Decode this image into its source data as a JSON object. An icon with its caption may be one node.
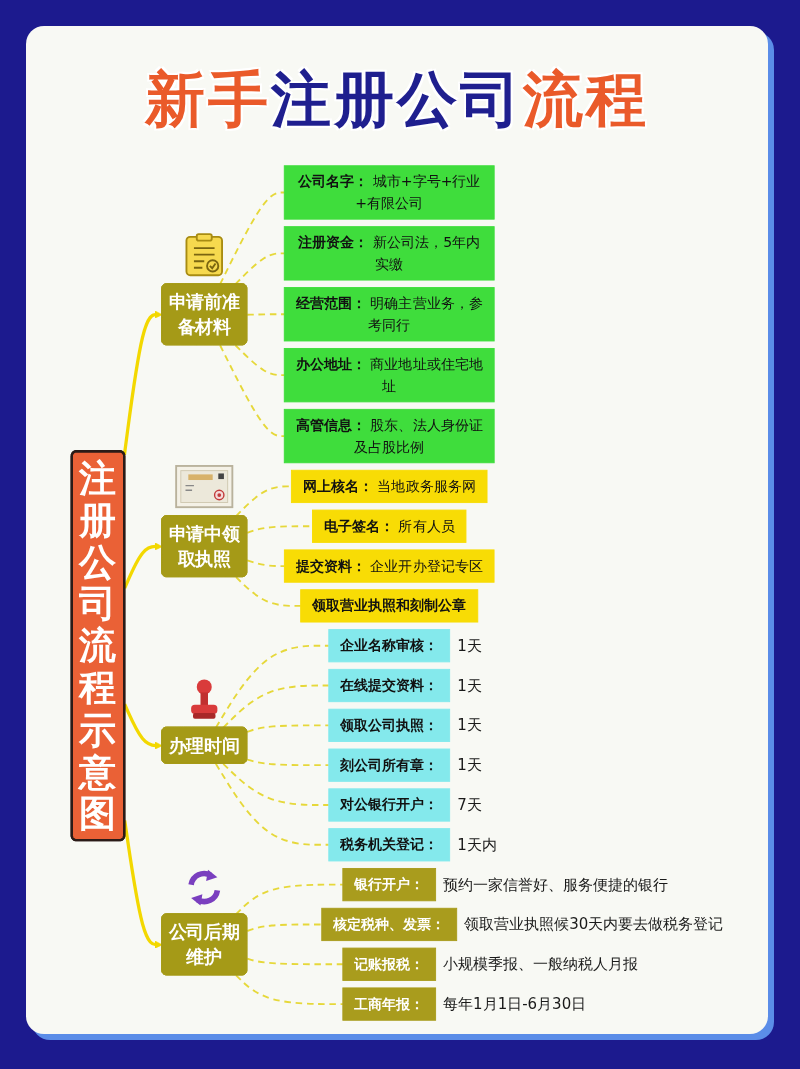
{
  "diagram": {
    "title": "新手注册公司流程",
    "nodes": [
      {
        "text": [
          "注册公司流程示意图"
        ]
      },
      {
        "text": [
          "申请前准备材料"
        ]
      },
      {
        "text": [
          "公司名字：",
          "城市+字号+行业+有限公司"
        ]
      },
      {
        "text": [
          "注册资金：",
          "新公司法，5年内实缴"
        ]
      },
      {
        "text": [
          "经营范围：",
          "明确主营业务，参考同行"
        ]
      },
      {
        "text": [
          "办公地址：",
          "商业地址或住宅地址"
        ]
      },
      {
        "text": [
          "高管信息：",
          "股东、法人身份证及占股比例"
        ]
      },
      {
        "text": [
          "申请中领取执照"
        ]
      },
      {
        "text": [
          "网上核名：",
          "当地政务服务网"
        ]
      },
      {
        "text": [
          "电子签名：",
          "所有人员"
        ]
      },
      {
        "text": [
          "提交资料：",
          "企业开办登记专区"
        ]
      },
      {
        "text": [
          "领取营业执照和刻制公章"
        ]
      },
      {
        "text": [
          "办理时间"
        ]
      },
      {
        "text": [
          "企业名称审核："
        ],
        "beside": [
          "1天"
        ]
      },
      {
        "text": [
          "在线提交资料："
        ],
        "beside": [
          "1天"
        ]
      },
      {
        "text": [
          "领取公司执照："
        ],
        "beside": [
          "1天"
        ]
      },
      {
        "text": [
          "刻公司所有章："
        ],
        "beside": [
          "1天"
        ]
      },
      {
        "text": [
          "对公银行开户："
        ],
        "beside": [
          "7天"
        ]
      },
      {
        "text": [
          "税务机关登记："
        ],
        "beside": [
          "1天内"
        ]
      },
      {
        "text": [
          "公司后期维护"
        ]
      },
      {
        "text": [
          "银行开户："
        ],
        "beside": [
          "预约一家信誉好、服务便捷的银行"
        ]
      },
      {
        "text": [
          "核定税种、发票："
        ],
        "beside": [
          "领取营业执照候30天内要去做税务登记"
        ]
      },
      {
        "text": [
          "记账报税："
        ],
        "beside": [
          "小规模季报、一般纳税人月报"
        ]
      },
      {
        "text": [
          "工商年报："
        ],
        "beside": [
          "每年1月1日-6月30日"
        ]
      }
    ],
    "edges": [
      {
        "from": 0,
        "to": 1,
        "arrow": "to"
      },
      {
        "from": 0,
        "to": 7,
        "arrow": "to"
      },
      {
        "from": 0,
        "to": 12,
        "arrow": "to"
      },
      {
        "from": 0,
        "to": 19,
        "arrow": "to"
      },
      {
        "from": 1,
        "to": 2,
        "arrow": "none",
        "style": "dashed"
      },
      {
        "from": 1,
        "to": 3,
        "arrow": "none",
        "style": "dashed"
      },
      {
        "from": 1,
        "to": 4,
        "arrow": "none",
        "style": "dashed"
      },
      {
        "from": 1,
        "to": 5,
        "arrow": "none",
        "style": "dashed"
      },
      {
        "from": 1,
        "to": 6,
        "arrow": "none",
        "style": "dashed"
      },
      {
        "from": 7,
        "to": 8,
        "arrow": "none",
        "style": "dashed"
      },
      {
        "from": 7,
        "to": 9,
        "arrow": "none",
        "style": "dashed"
      },
      {
        "from": 7,
        "to": 10,
        "arrow": "none",
        "style": "dashed"
      },
      {
        "from": 7,
        "to": 11,
        "arrow": "none",
        "style": "dashed"
      },
      {
        "from": 12,
        "to": 13,
        "arrow": "none",
        "style": "dashed"
      },
      {
        "from": 12,
        "to": 14,
        "arrow": "none",
        "style": "dashed"
      },
      {
        "from": 12,
        "to": 15,
        "arrow": "none",
        "style": "dashed"
      },
      {
        "from": 12,
        "to": 16,
        "arrow": "none",
        "style": "dashed"
      },
      {
        "from": 12,
        "to": 17,
        "arrow": "none",
        "style": "dashed"
      },
      {
        "from": 12,
        "to": 18,
        "arrow": "none",
        "style": "dashed"
      },
      {
        "from": 19,
        "to": 20,
        "arrow": "none",
        "style": "dashed"
      },
      {
        "from": 19,
        "to": 21,
        "arrow": "none",
        "style": "dashed"
      },
      {
        "from": 19,
        "to": 22,
        "arrow": "none",
        "style": "dashed"
      },
      {
        "from": 19,
        "to": 23,
        "arrow": "none",
        "style": "dashed"
      }
    ]
  }
}
